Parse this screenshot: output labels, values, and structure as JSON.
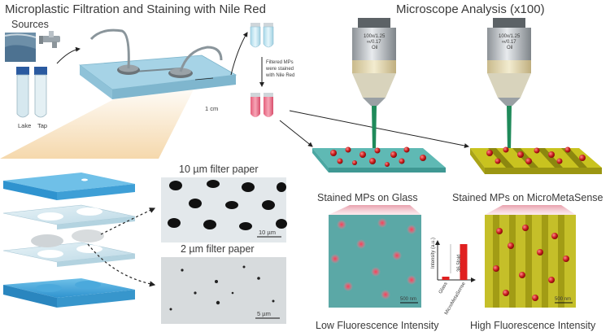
{
  "titles": {
    "left": "Microplastic Filtration and Staining with Nile Red",
    "right": "Microscope Analysis (x100)"
  },
  "sources": {
    "label": "Sources",
    "lake": "Lake",
    "tap": "Tap"
  },
  "device": {
    "scale": "1 cm"
  },
  "staining": {
    "line1": "Filtered MPs",
    "line2": "were stained",
    "line3": "with Nile Red"
  },
  "objective": {
    "line1": "100x/1.25",
    "line2": "∞/0.17",
    "line3": "Oil"
  },
  "filters": {
    "large_title": "10 µm filter paper",
    "large_scale": "10 µm",
    "small_title": "2 µm filter paper",
    "small_scale": "5 µm"
  },
  "analysis": {
    "glass_label": "Stained MPs on Glass",
    "meta_label": "Stained MPs on MicroMetaSense",
    "glass_scale": "500 nm",
    "meta_scale": "500 nm",
    "low_label": "Low Fluorescence Intensity",
    "high_label": "High Fluorescence Intensity"
  },
  "chart_data": {
    "type": "bar",
    "categories": [
      "Glass",
      "MicroMetaSense"
    ],
    "values": [
      1,
      36.5
    ],
    "ylabel": "Intensity (a.u.)",
    "annotation": "36.5fold",
    "colors": [
      "#e02020",
      "#e02020"
    ]
  }
}
